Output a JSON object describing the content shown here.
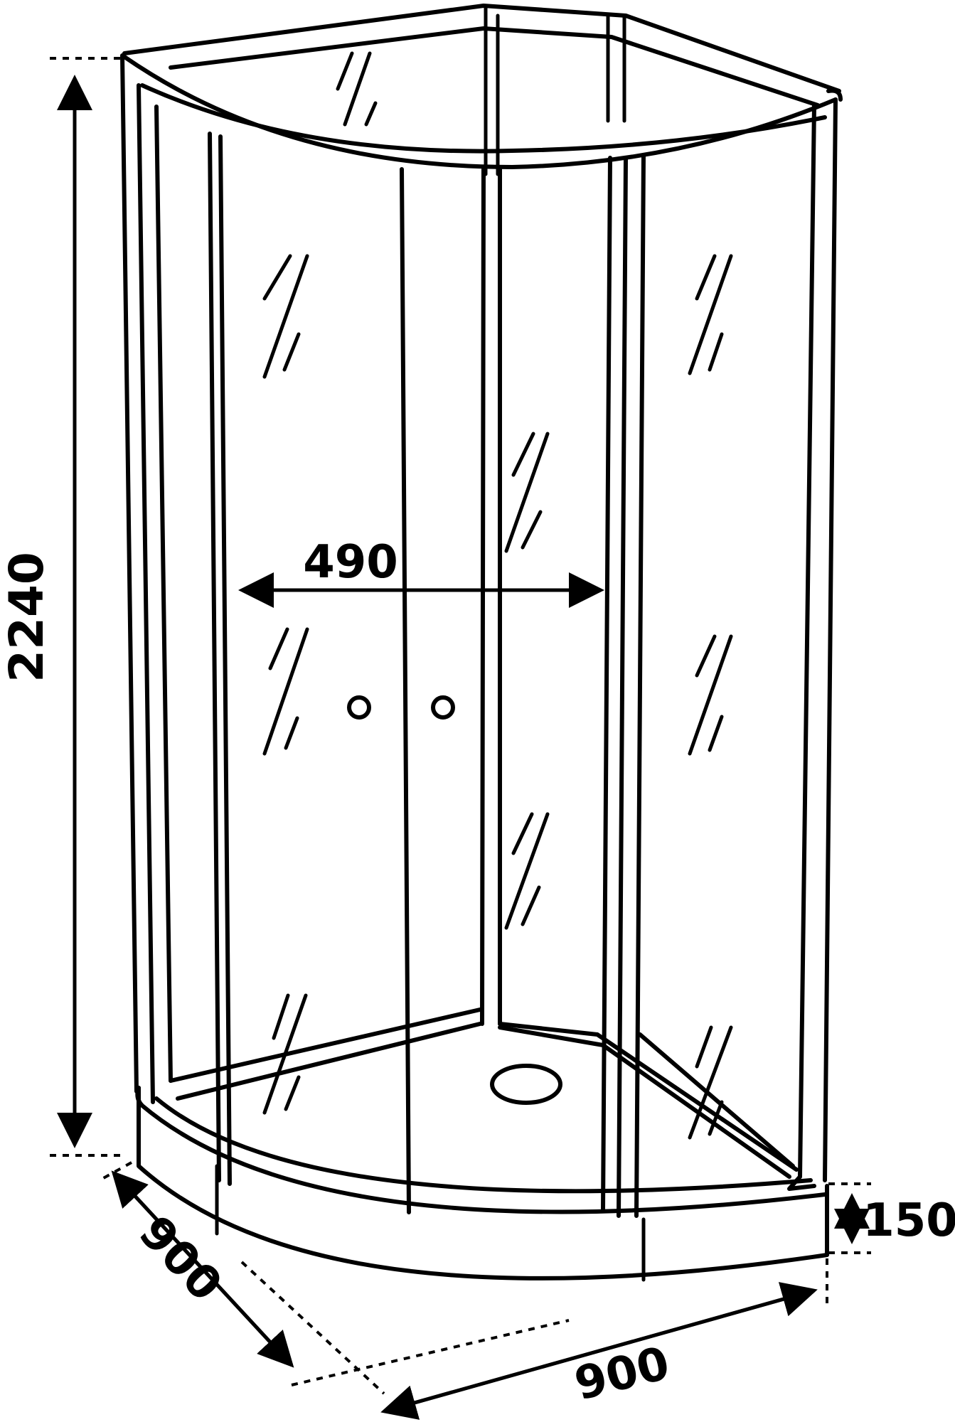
{
  "dimensions": {
    "height": "2240",
    "door_width": "490",
    "depth_left": "900",
    "width_right": "900",
    "tray_height": "150"
  },
  "colors": {
    "line": "#000000",
    "background": "#ffffff"
  }
}
